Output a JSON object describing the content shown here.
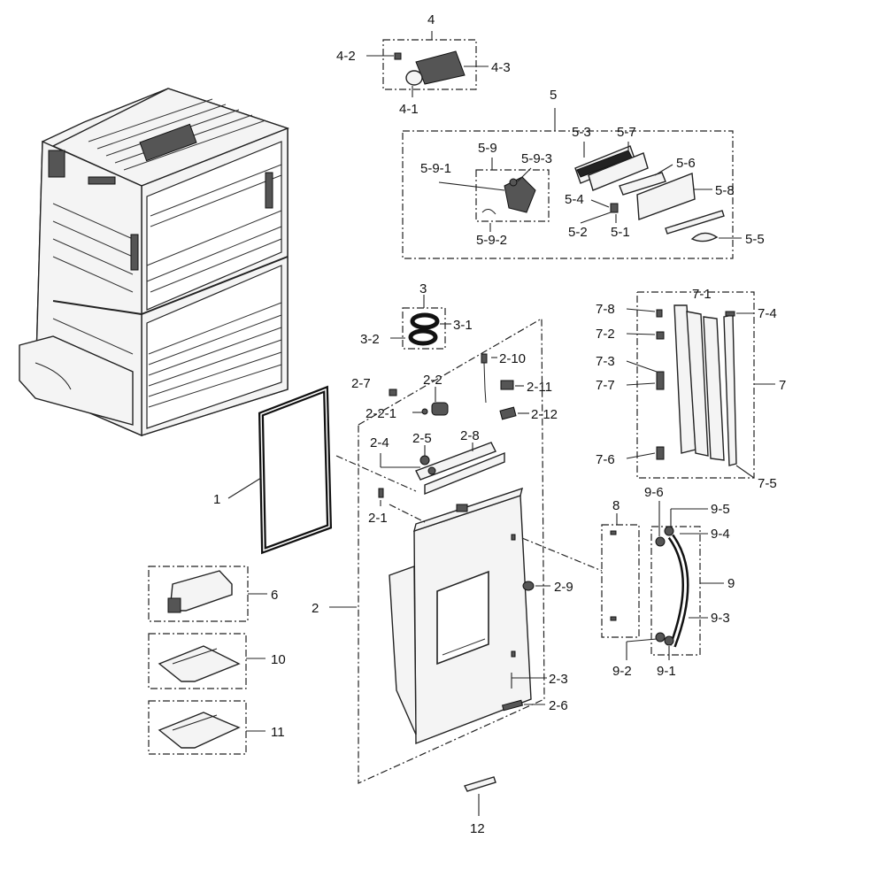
{
  "callouts": {
    "c1": "1",
    "c2": "2",
    "c2_1": "2-1",
    "c2_2": "2-2",
    "c2_2_1": "2-2-1",
    "c2_3": "2-3",
    "c2_4": "2-4",
    "c2_5": "2-5",
    "c2_6": "2-6",
    "c2_7": "2-7",
    "c2_8": "2-8",
    "c2_9": "2-9",
    "c2_10": "2-10",
    "c2_11": "2-11",
    "c2_12": "2-12",
    "c3": "3",
    "c3_1": "3-1",
    "c3_2": "3-2",
    "c4": "4",
    "c4_1": "4-1",
    "c4_2": "4-2",
    "c4_3": "4-3",
    "c5": "5",
    "c5_1": "5-1",
    "c5_2": "5-2",
    "c5_3": "5-3",
    "c5_4": "5-4",
    "c5_5": "5-5",
    "c5_6": "5-6",
    "c5_7": "5-7",
    "c5_8": "5-8",
    "c5_9": "5-9",
    "c5_9_1": "5-9-1",
    "c5_9_2": "5-9-2",
    "c5_9_3": "5-9-3",
    "c6": "6",
    "c7": "7",
    "c7_1": "7-1",
    "c7_2": "7-2",
    "c7_3": "7-3",
    "c7_4": "7-4",
    "c7_5": "7-5",
    "c7_6": "7-6",
    "c7_7": "7-7",
    "c7_8": "7-8",
    "c9": "9",
    "c8": "8",
    "c9_1": "9-1",
    "c9_2": "9-2",
    "c9_3": "9-3",
    "c9_4": "9-4",
    "c9_5": "9-5",
    "c9_6": "9-6",
    "c10": "10",
    "c11": "11",
    "c12": "12"
  }
}
